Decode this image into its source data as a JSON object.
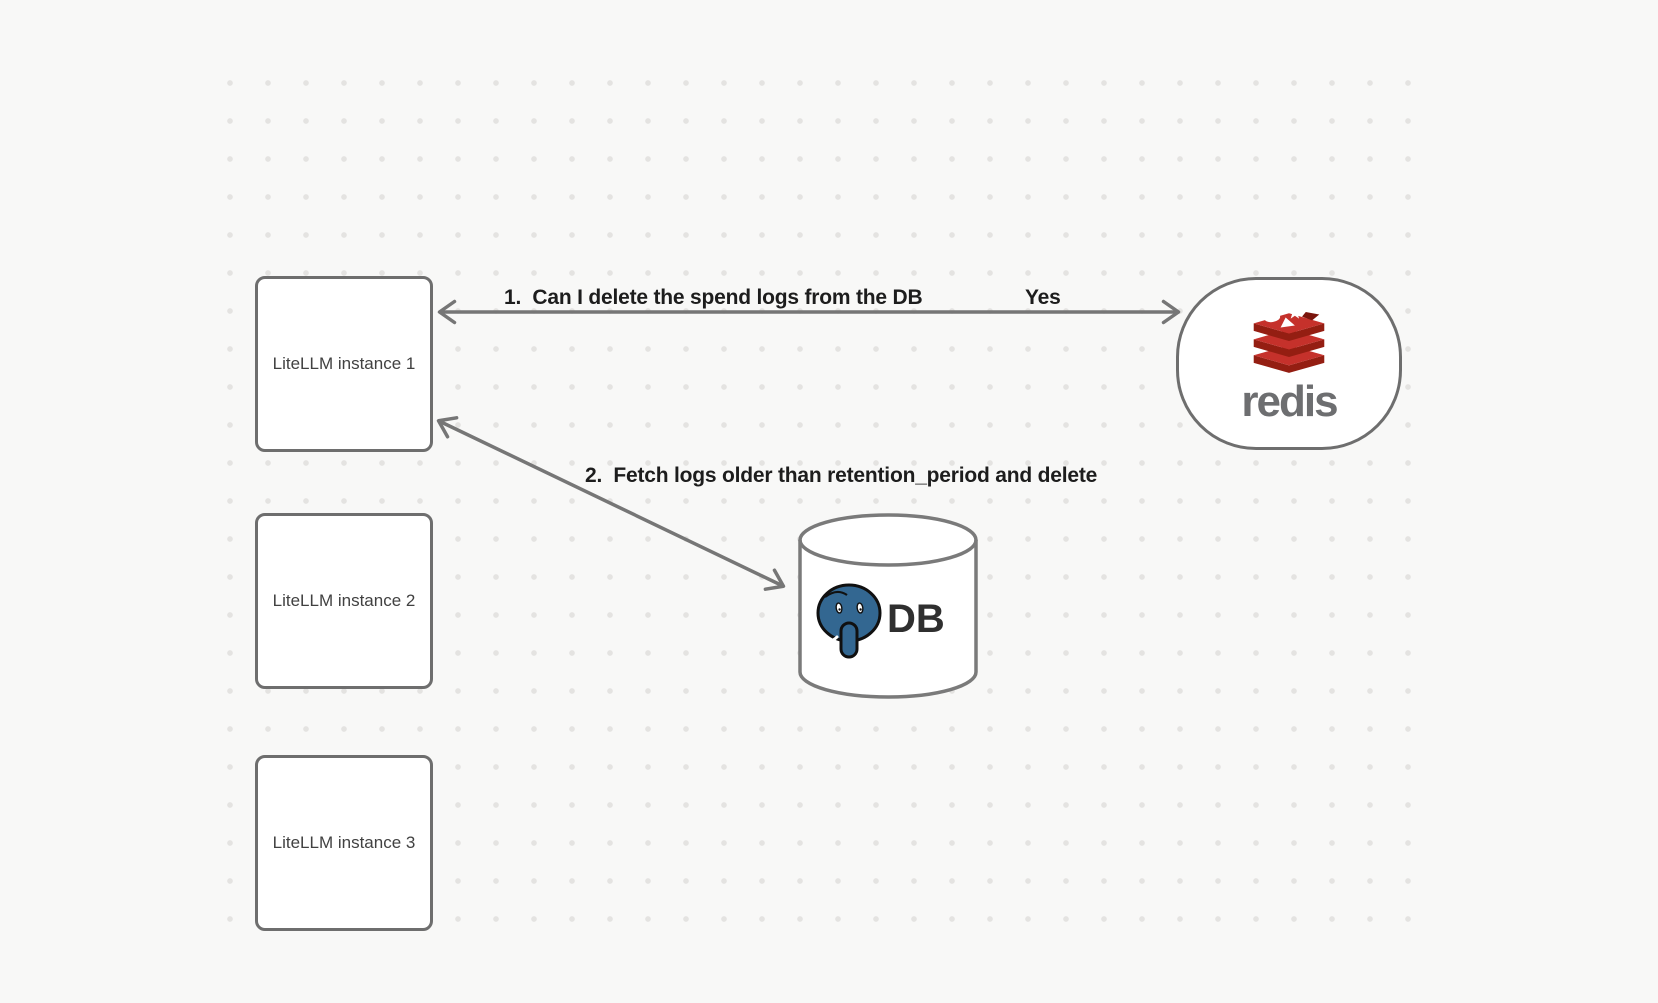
{
  "canvas": {
    "background": "#f8f8f7",
    "dot_color": "#e4e3e1"
  },
  "nodes": {
    "litellm_instances": [
      "LiteLLM instance 1",
      "LiteLLM instance 2",
      "LiteLLM instance 3"
    ],
    "redis": {
      "wordmark": "redis"
    },
    "db": {
      "label": "DB"
    }
  },
  "edges": {
    "spend_logs_question": {
      "label": "1.  Can I delete the spend logs from the DB",
      "answer": "Yes"
    },
    "fetch_logs": {
      "label": "2.  Fetch logs older than retention_period and delete"
    }
  },
  "colors": {
    "node_border": "#6e6e6e",
    "arrow": "#767676",
    "edge_label_text": "#1d1d1d",
    "node_label_text": "#414141",
    "redis_red": "#c5312b",
    "redis_red_dark": "#941e12",
    "redis_cube_notch": "#7a150c",
    "redis_wordmark": "#6d6e70",
    "postgres_blue": "#336791",
    "postgres_outline": "#101010",
    "db_text": "#2f2f2f"
  },
  "icons": [
    "redis-logo-icon",
    "postgresql-elephant-icon",
    "db-cylinder-icon"
  ]
}
